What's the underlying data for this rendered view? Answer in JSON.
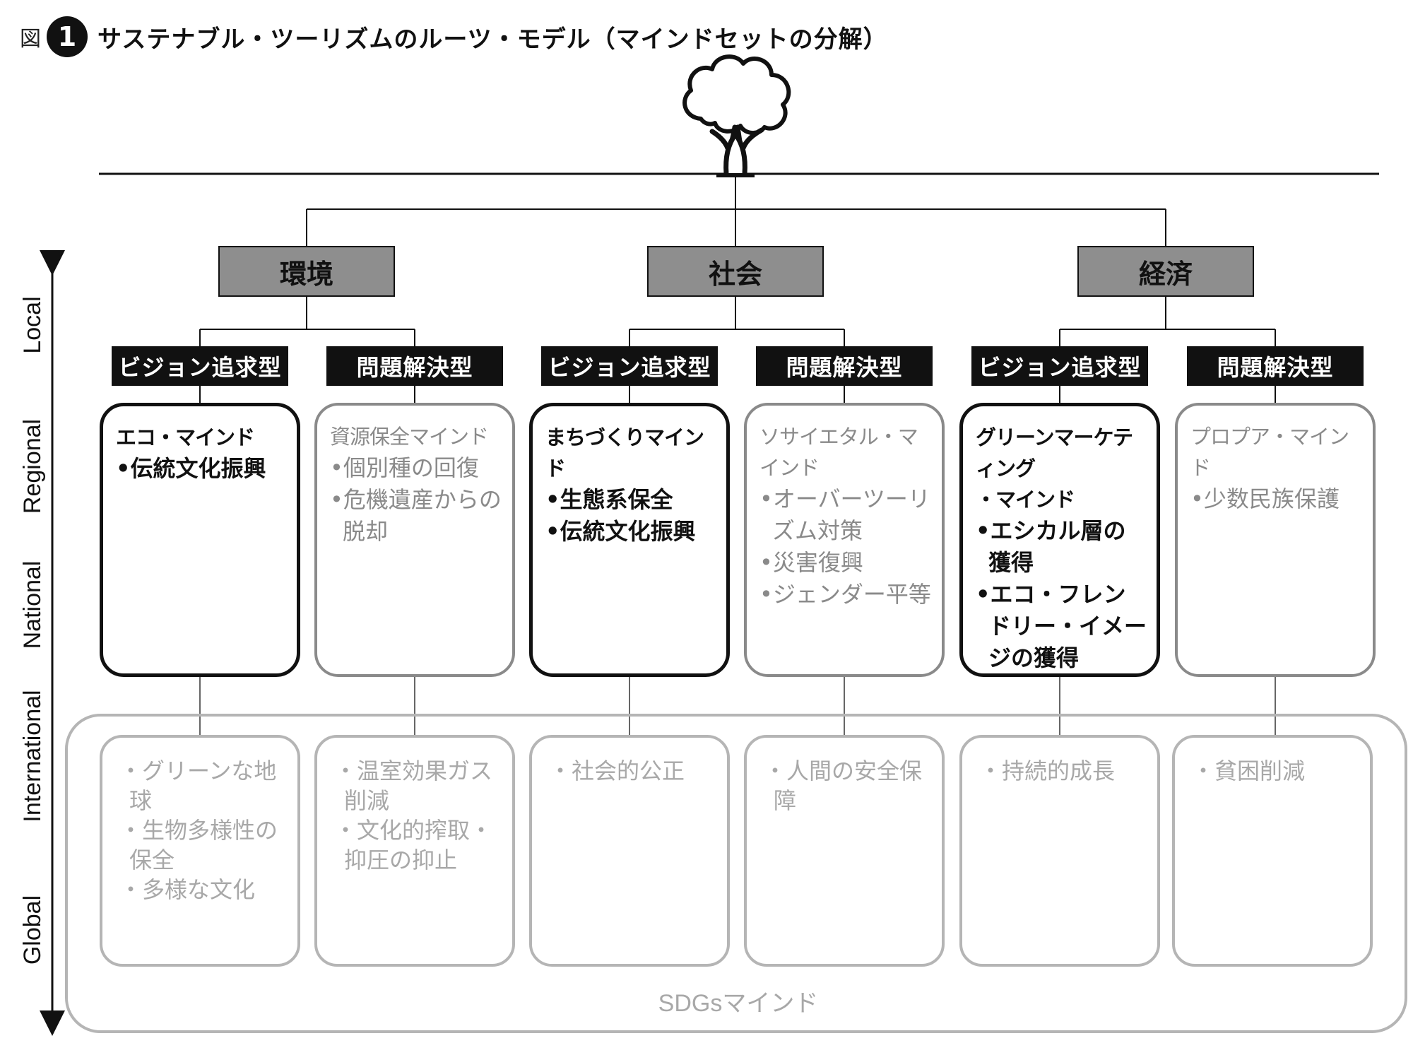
{
  "figure": {
    "label": "図",
    "number": "1",
    "title": "サステナブル・ツーリズムのルーツ・モデル（マインドセットの分解）"
  },
  "axis": {
    "labels": [
      "Local",
      "Regional",
      "National",
      "International",
      "Global"
    ]
  },
  "categories": [
    {
      "name": "環境",
      "columns": [
        {
          "type": "ビジョン追求型",
          "style": "dark",
          "mind": [
            "エコ・マインド"
          ],
          "items": [
            "•伝統文化振興"
          ],
          "sdgs": [
            "・グリーンな地球",
            "・生物多様性の保全",
            "・多様な文化"
          ]
        },
        {
          "type": "問題解決型",
          "style": "grey",
          "mind": [
            "資源保全マインド"
          ],
          "items": [
            "•個別種の回復",
            "•危機遺産からの脱却"
          ],
          "sdgs": [
            "・温室効果ガス削減",
            "・文化的搾取・抑圧の抑止"
          ]
        }
      ]
    },
    {
      "name": "社会",
      "columns": [
        {
          "type": "ビジョン追求型",
          "style": "dark",
          "mind": [
            "まちづくりマインド"
          ],
          "items": [
            "•生態系保全",
            "•伝統文化振興"
          ],
          "sdgs": [
            "・社会的公正"
          ]
        },
        {
          "type": "問題解決型",
          "style": "grey",
          "mind": [
            "ソサイエタル・マインド"
          ],
          "items": [
            "•オーバーツーリズム対策",
            "•災害復興",
            "•ジェンダー平等"
          ],
          "sdgs": [
            "・人間の安全保障"
          ]
        }
      ]
    },
    {
      "name": "経済",
      "columns": [
        {
          "type": "ビジョン追求型",
          "style": "dark",
          "mind": [
            "グリーンマーケティング",
            "・マインド"
          ],
          "items": [
            "•エシカル層の獲得",
            "•エコ・フレンドリー・イメージの獲得"
          ],
          "sdgs": [
            "・持続的成長"
          ]
        },
        {
          "type": "問題解決型",
          "style": "grey",
          "mind": [
            "プロプア・マインド"
          ],
          "items": [
            "•少数民族保護"
          ],
          "sdgs": [
            "・貧困削減"
          ]
        }
      ]
    }
  ],
  "sdgs_label": "SDGsマインド"
}
